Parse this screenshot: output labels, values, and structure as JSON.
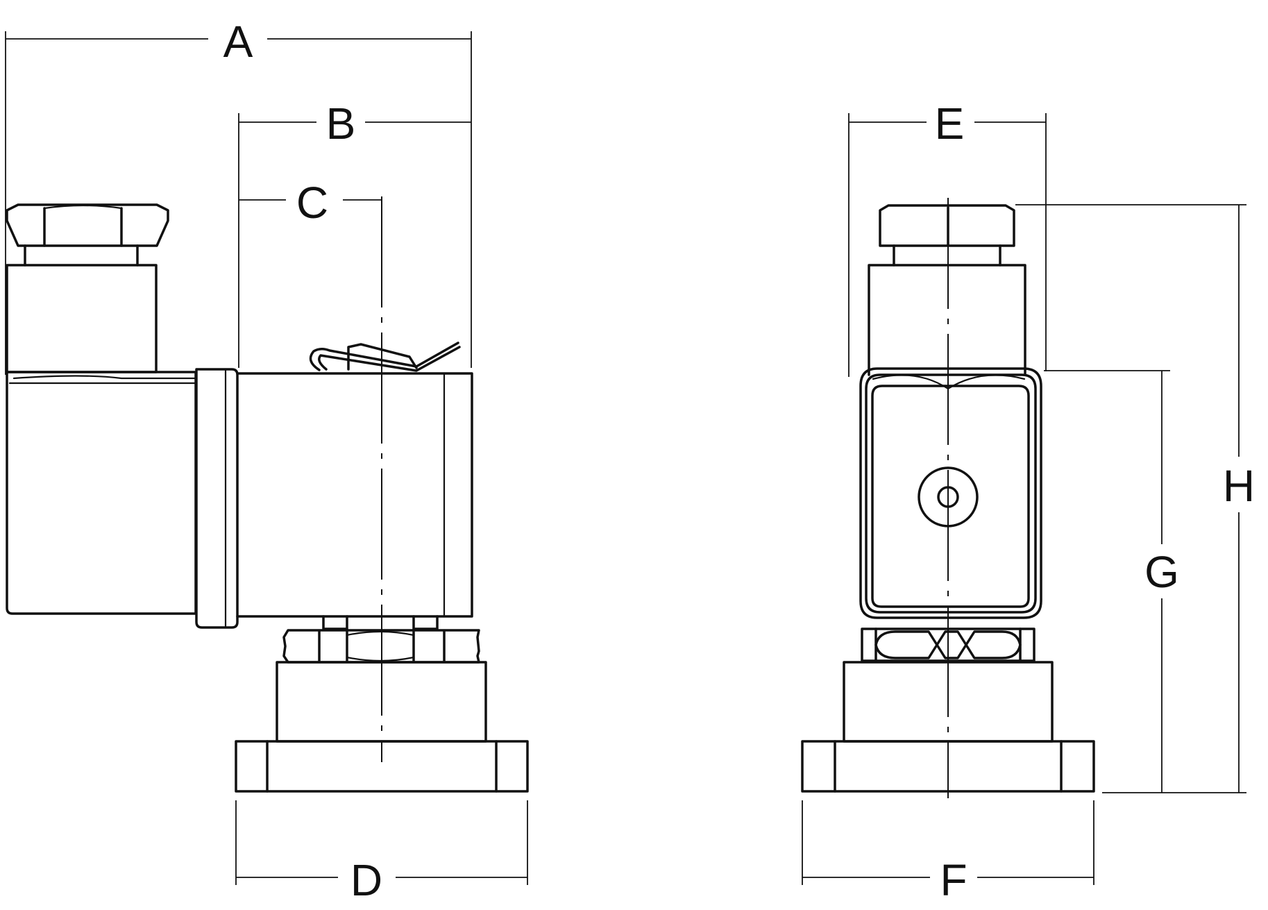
{
  "diagram": {
    "views": [
      {
        "id": "side-view"
      },
      {
        "id": "front-view"
      }
    ],
    "dimension_labels": {
      "A": "A",
      "B": "B",
      "C": "C",
      "D": "D",
      "E": "E",
      "F": "F",
      "G": "G",
      "H": "H"
    }
  }
}
